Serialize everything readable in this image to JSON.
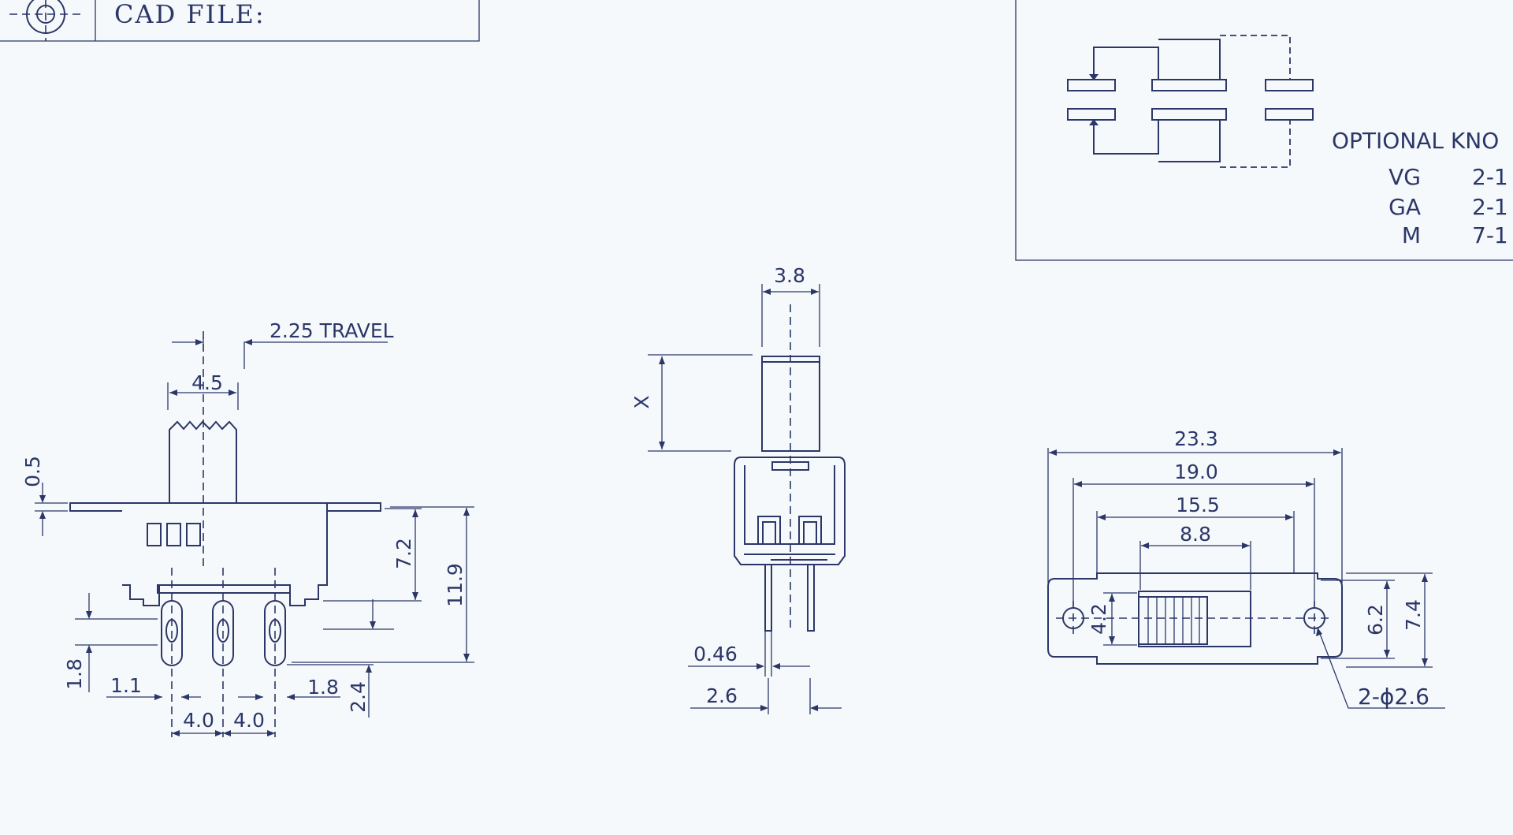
{
  "title_block": {
    "cad_label": "CAD FILE:"
  },
  "knob_panel": {
    "heading": "OPTIONAL KNO",
    "rows": [
      {
        "code": "VG",
        "value": "2-1"
      },
      {
        "code": "GA",
        "value": "2-1"
      },
      {
        "code": "M",
        "value": "7-1"
      }
    ]
  },
  "front_view": {
    "travel": "2.25 TRAVEL",
    "actuator_width": "4.5",
    "flange_thickness": "0.5",
    "body_height": "7.2",
    "overall_height": "11.9",
    "pin_offset": "1.8",
    "pin_width": "1.1",
    "pin_pitch_left": "4.0",
    "pin_pitch_right": "4.0",
    "pin_edge": "1.8",
    "pin_length": "2.4"
  },
  "side_view": {
    "actuator_width": "3.8",
    "actuator_height": "X",
    "pin_thickness": "0.46",
    "pin_spacing": "2.6"
  },
  "top_view": {
    "overall_length": "23.3",
    "hole_pitch": "19.0",
    "body_length": "15.5",
    "slot_length": "8.8",
    "slot_width": "4.2",
    "body_width": "6.2",
    "flange_width": "7.4",
    "mount_holes": "2-ϕ2.6"
  },
  "colors": {
    "ink": "#2b3768",
    "paper": "#f6f9fb"
  }
}
